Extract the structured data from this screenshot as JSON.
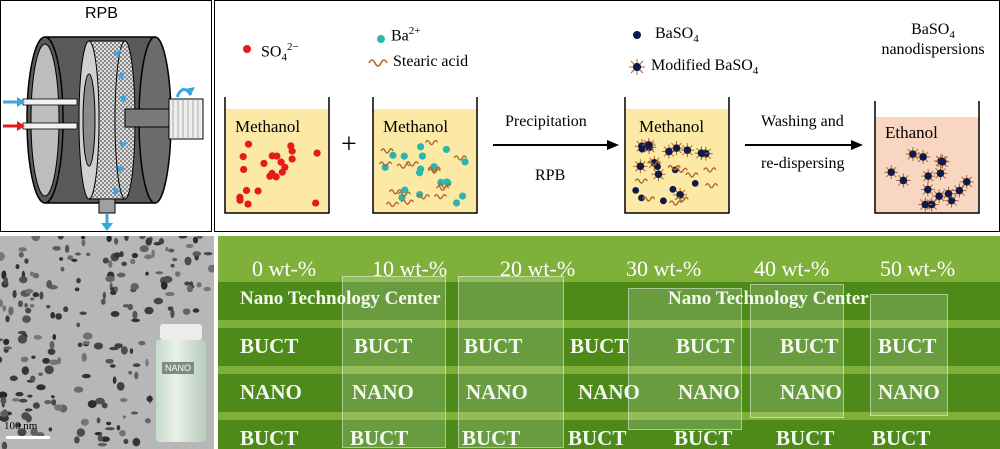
{
  "rpb_diagram": {
    "title": "RPB"
  },
  "process": {
    "legend": {
      "sulfate_ion": "SO",
      "sulfate_sub": "4",
      "sulfate_sup": "2−",
      "barium_ion": "Ba",
      "barium_sup": "2+",
      "stearic_acid": "Stearic acid",
      "baso4_base": "BaSO",
      "baso4_sub": "4",
      "modified_baso4_base": "Modified BaSO",
      "modified_baso4_sub": "4",
      "product_base": "BaSO",
      "product_sub": "4",
      "product_line2": "nanodispersions"
    },
    "beakers": [
      {
        "solvent": "Methanol"
      },
      {
        "solvent": "Methanol"
      },
      {
        "solvent": "Methanol"
      },
      {
        "solvent": "Ethanol"
      }
    ],
    "plus": "+",
    "step1_top": "Precipitation",
    "step1_bottom": "RPB",
    "step2_top": "Washing and",
    "step2_bottom": "re-dispersing"
  },
  "tem": {
    "scale_bar": "100 nm",
    "vial_label": "NANO"
  },
  "films": {
    "loadings": [
      "0 wt-%",
      "10 wt-%",
      "20 wt-%",
      "30 wt-%",
      "40 wt-%",
      "50 wt-%"
    ],
    "background_rows": [
      [
        "Nano Technology Center",
        "Nano Technology Center"
      ],
      [
        "BUCT",
        "BUCT",
        "BUCT",
        "BUCT",
        "BUCT",
        "BUCT",
        "BUCT"
      ],
      [
        "NANO",
        "NANO",
        "NANO",
        "NANO",
        "NANO",
        "NANO",
        "NANO"
      ],
      [
        "BUCT",
        "BUCT",
        "BUCT",
        "BUCT",
        "BUCT",
        "BUCT",
        "BUCT"
      ]
    ]
  },
  "colors": {
    "sulfate": "#e31b1b",
    "barium": "#2bb5b0",
    "stearic": "#b0672a",
    "baso4": "#0f1a4a",
    "methanol": "#fde9a6",
    "ethanol": "#f9d6c2",
    "film_green": "#7fb13a",
    "band_green": "#4d8a1a",
    "arrow_blue": "#3aa6dd"
  }
}
